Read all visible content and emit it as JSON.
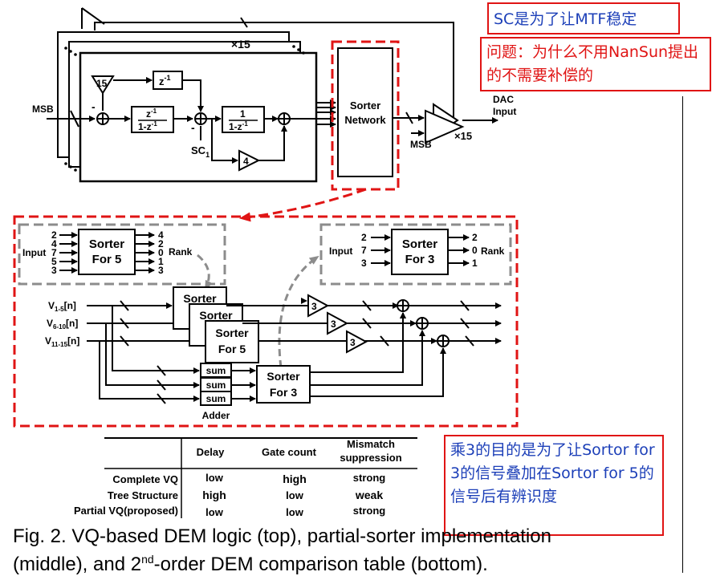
{
  "vq": {
    "repeat_top": "×15",
    "msb_in": "MSB",
    "gain15": "15",
    "z_inv": "z",
    "z_sup": "-1",
    "int1_num": "z",
    "int1_num_sup": "-1",
    "int1_den": "1-z",
    "int1_den_sup": "-1",
    "int2_num": "1",
    "int2_den": "1-z",
    "int2_den_sup": "-1",
    "sc_label": "SC",
    "sc_sub": "1",
    "gain4": "4",
    "sorter_network_1": "Sorter",
    "sorter_network_2": "Network",
    "msb_out": "MSB",
    "repeat_dac": "×15",
    "dac_input_1": "DAC",
    "dac_input_2": "Input"
  },
  "partial": {
    "sorter5_title_1": "Sorter",
    "sorter5_title_2": "For 5",
    "input_label": "Input",
    "rank_label": "Rank",
    "sorter5_inputs": [
      "2",
      "4",
      "7",
      "5",
      "3"
    ],
    "sorter5_ranks": [
      "4",
      "2",
      "0",
      "1",
      "3"
    ],
    "sorter3_title_1": "Sorter",
    "sorter3_title_2": "For 3",
    "sorter3_inputs": [
      "2",
      "7",
      "3"
    ],
    "sorter3_ranks": [
      "2",
      "0",
      "1"
    ],
    "v1": "V",
    "v1_sub": "1-5",
    "v1_tail": "[n]",
    "v2": "V",
    "v2_sub": "6-10",
    "v2_tail": "[n]",
    "v3": "V",
    "v3_sub": "11-15",
    "v3_tail": "[n]",
    "stack_back_1": "Sorter",
    "stack_back_2": "Sorter",
    "stack_front_1": "Sorter",
    "stack_front_2": "For 5",
    "gain3": "3",
    "sum": "sum",
    "adder": "Adder",
    "sorter_mid_1": "Sorter",
    "sorter_mid_2": "For 3"
  },
  "table": {
    "headers": [
      "Delay",
      "Gate count",
      "Mismatch suppression"
    ],
    "rows": [
      {
        "name": "Complete VQ",
        "delay": "low",
        "gate": "high",
        "mismatch": "strong"
      },
      {
        "name": "Tree Structure",
        "delay": "high",
        "gate": "low",
        "mismatch": "weak"
      },
      {
        "name": "Partial VQ(proposed)",
        "delay": "low",
        "gate": "low",
        "mismatch": "strong"
      }
    ],
    "colors": {
      "green": "#5ea02a",
      "red": "#e01414"
    }
  },
  "notes": {
    "note1": "SC是为了让MTF稳定",
    "note2": "问题：为什么不用NanSun提出的不需要补偿的",
    "note3": "乘3的目的是为了让Sortor for 3的信号叠加在Sortor for 5的信号后有辨识度"
  },
  "caption": {
    "line1": "Fig. 2. VQ-based DEM logic (top), partial-sorter implementation",
    "line2_a": "(middle), and 2",
    "line2_sup": "nd",
    "line2_b": "-order DEM comparison table (bottom)."
  },
  "colors": {
    "annotation_border": "#e01414",
    "annotation_text": "#1c3fb8",
    "dashed_red": "#e01414",
    "dashed_gray": "#8c8c8c"
  }
}
